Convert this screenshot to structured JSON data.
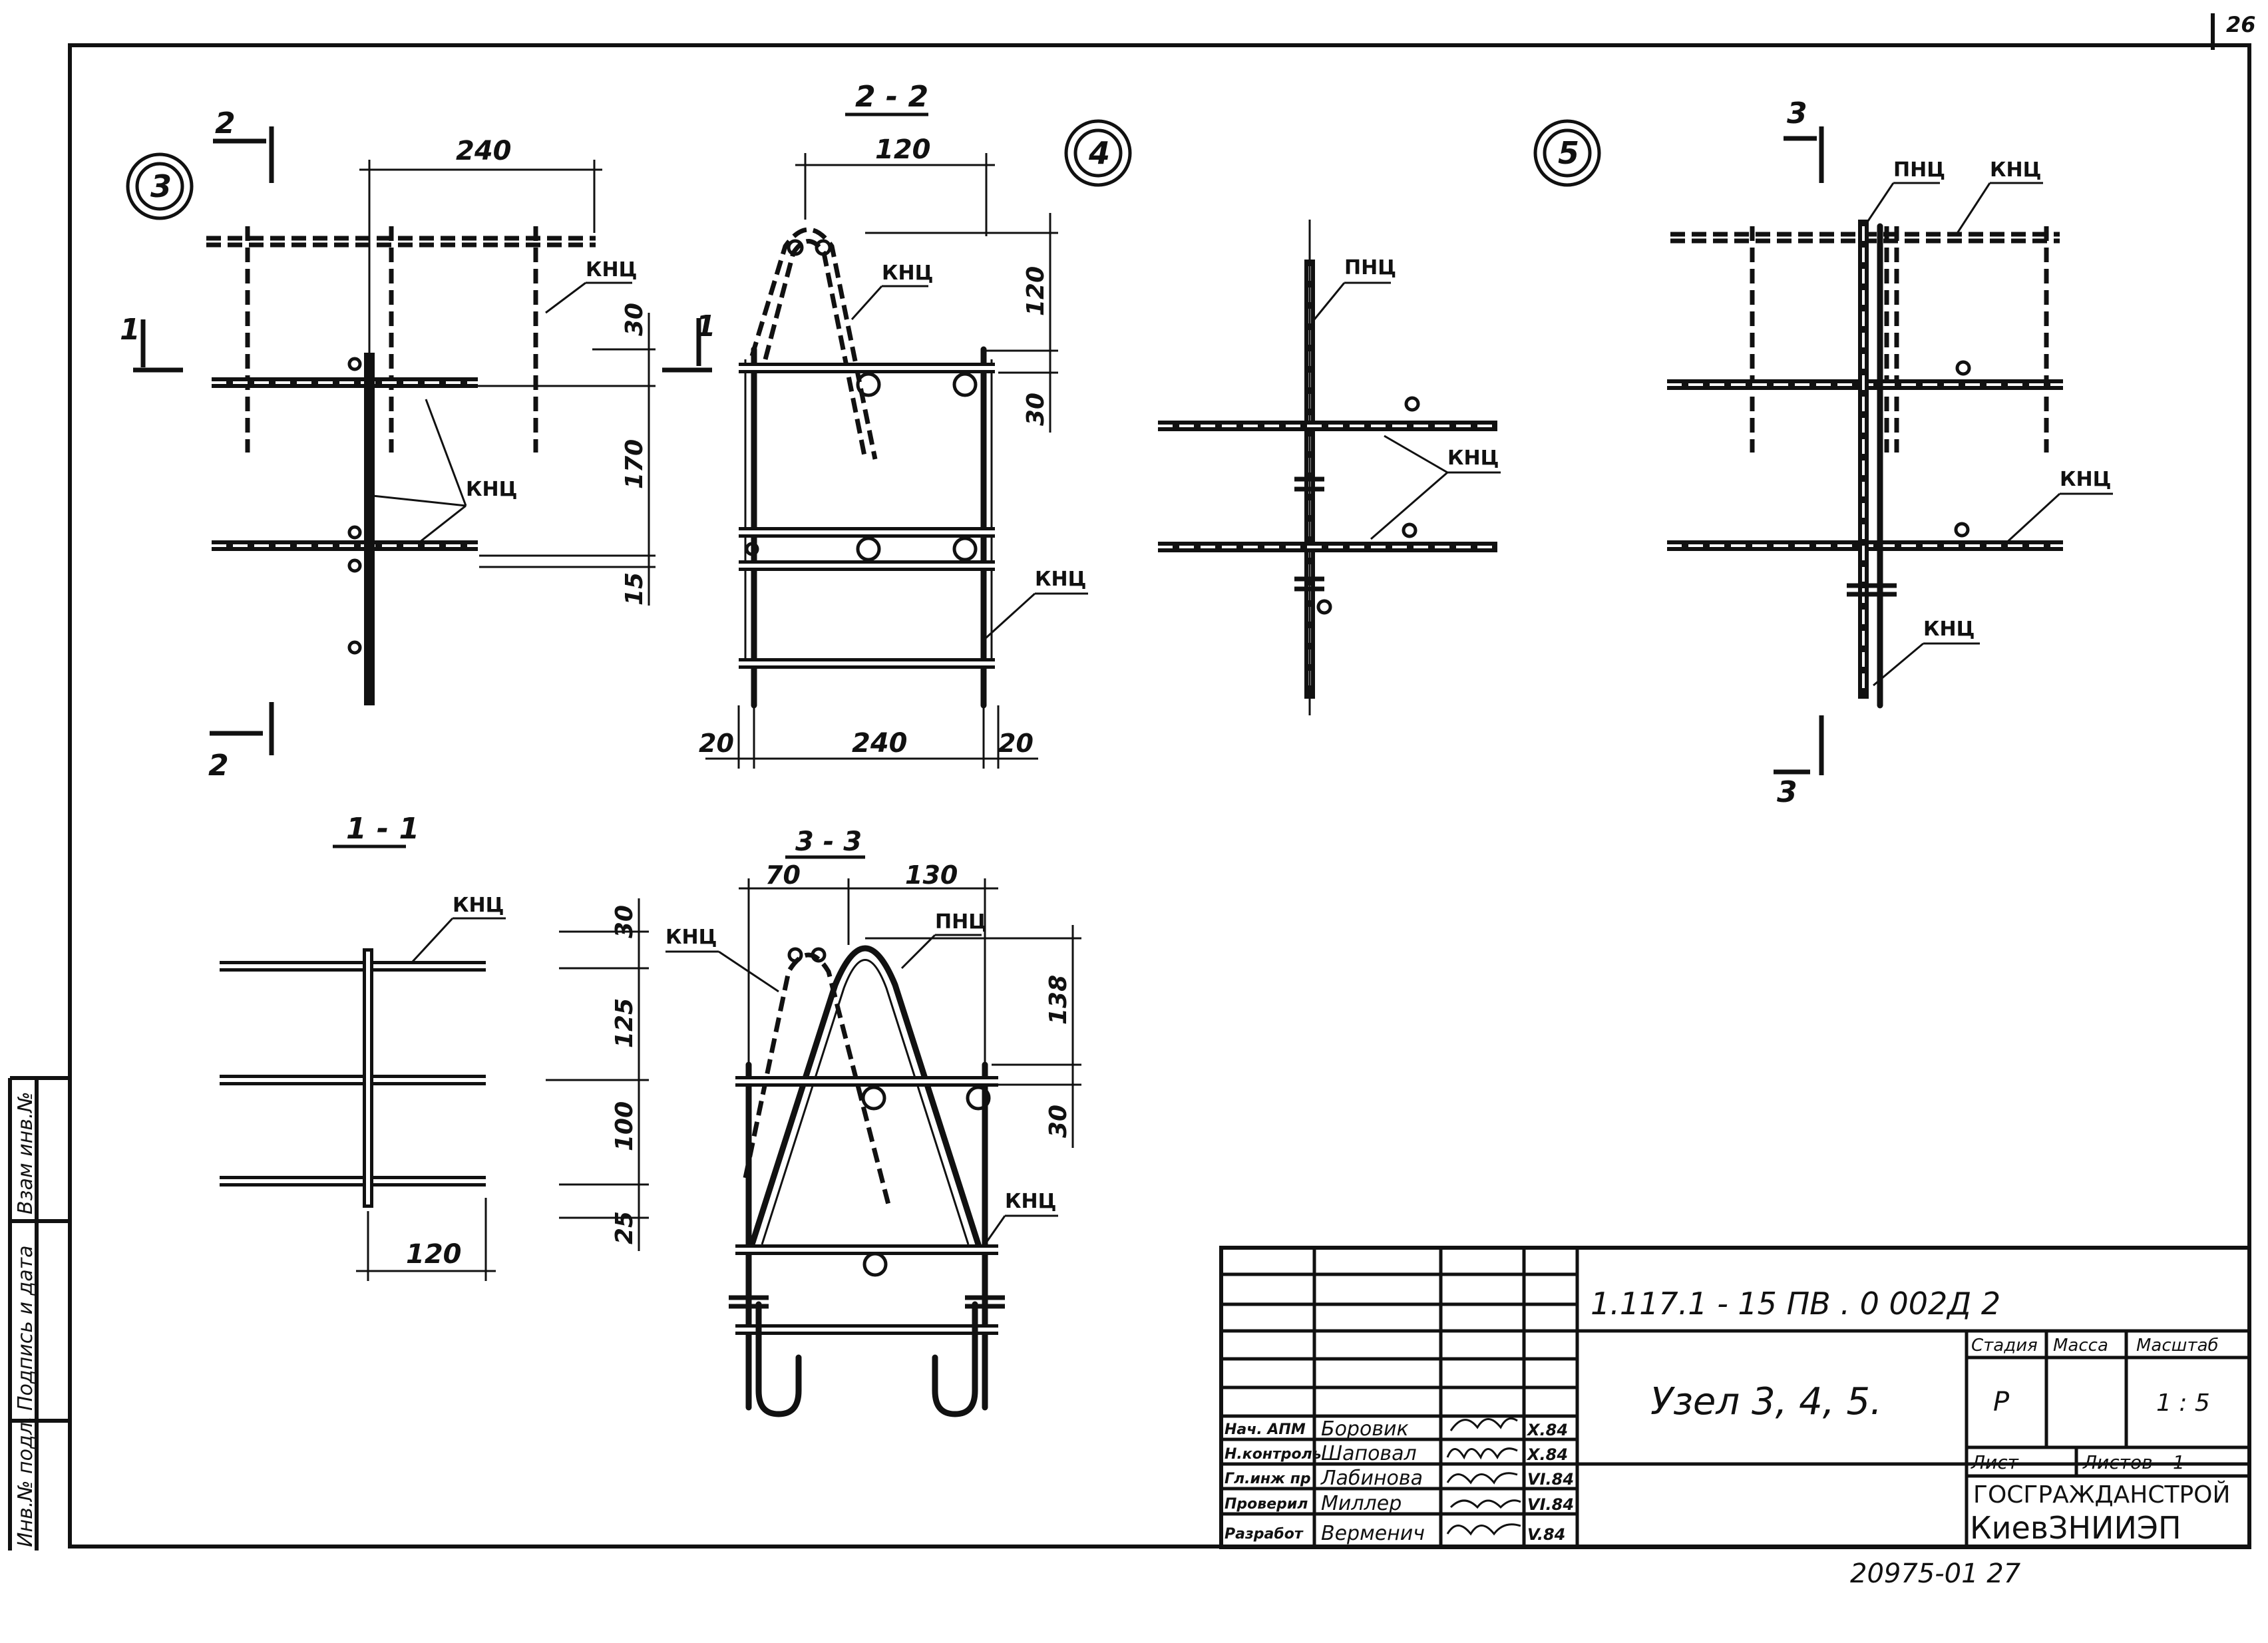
{
  "sheet_number": "26",
  "bottom_number": "20975-01   27",
  "node_labels": {
    "n3": "3",
    "n4": "4",
    "n5": "5"
  },
  "sections": {
    "s22": "2 - 2",
    "s11": "1 - 1",
    "s33": "3 - 3"
  },
  "cut_marks": {
    "c2": "2",
    "c1": "1",
    "c3": "3"
  },
  "bar_labels": {
    "knc": "КНЦ",
    "pnc": "ПНЦ"
  },
  "dims": {
    "d240": "240",
    "d120": "120",
    "d30": "30",
    "d170": "170",
    "d15": "15",
    "d20": "20",
    "d70": "70",
    "d130": "130",
    "d138": "138",
    "d125": "125",
    "d100": "100",
    "d25": "25"
  },
  "side_stamp": [
    "Инв.№ подл.",
    "Подпись и дата",
    "Взам инв.№"
  ],
  "title_block": {
    "doc_code": "1.117.1 - 15 ПВ . 0   002Д 2",
    "title": "Узел 3, 4, 5.",
    "stage_label": "Стадия",
    "mass_label": "Масса",
    "scale_label": "Масштаб",
    "stage": "Р",
    "scale": "1 : 5",
    "sheet_label": "Лист",
    "sheets_label": "Листов",
    "sheets": "1",
    "org1": "ГОСГРАЖДАНСТРОЙ",
    "org2": "КиевЗНИИЭП",
    "signers": [
      {
        "role": "Нач. АПМ",
        "name": "Боровик",
        "date": "X.84"
      },
      {
        "role": "Н.контроль",
        "name": "Шаповал",
        "date": "X.84"
      },
      {
        "role": "Гл.инж пр",
        "name": "Лабинова",
        "date": "VI.84"
      },
      {
        "role": "Проверил",
        "name": "Миллер",
        "date": "VI.84"
      },
      {
        "role": "Разработ",
        "name": "Верменич",
        "date": "V.84"
      }
    ]
  }
}
